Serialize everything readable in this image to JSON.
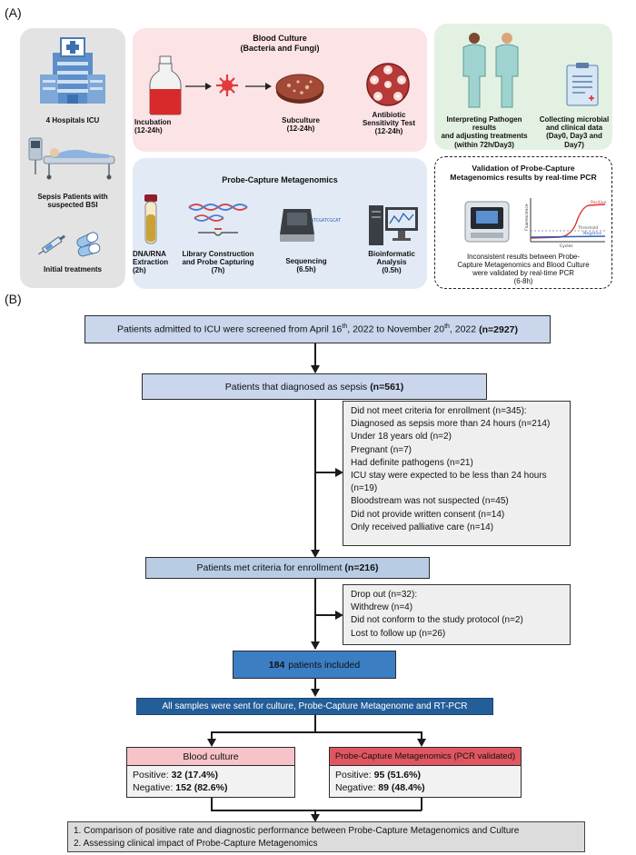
{
  "panel_a": {
    "label": "(A)",
    "left": {
      "hospital": "4 Hospitals ICU",
      "sepsis_line1": "Sepsis Patients with",
      "sepsis_line2": "suspected BSI",
      "initial": "Initial treatments"
    },
    "blood_culture": {
      "title_line1": "Blood Culture",
      "title_line2": "(Bacteria and Fungi)",
      "incubation": "Incubation",
      "incubation_time": "(12-24h)",
      "subculture": "Subculture",
      "subculture_time": "(12-24h)",
      "ast_line1": "Antibiotic",
      "ast_line2": "Sensitivity Test",
      "ast_time": "(12-24h)"
    },
    "clinical": {
      "interp_line1": "Interpreting Pathogen results",
      "interp_line2": "and adjusting treatments",
      "interp_line3": "(within 72h/Day3)",
      "collect_line1": "Collecting microbial",
      "collect_line2": "and clinical data",
      "collect_line3": "(Day0, Day3 and Day7)"
    },
    "metagenomics": {
      "title": "Probe-Capture Metagenomics",
      "step1_line1": "DNA/RNA",
      "step1_line2": "Extraction",
      "step1_time": "(2h)",
      "step2_line1": "Library Construction",
      "step2_line2": "and Probe Capturing",
      "step2_time": "(7h)",
      "step3": "Sequencing",
      "step3_time": "(6.5h)",
      "step4_line1": "Bioinformatic",
      "step4_line2": "Analysis",
      "step4_time": "(0.5h)"
    },
    "validation": {
      "title_line1": "Validation of Probe-Capture",
      "title_line2": "Metagenomics results by real-time PCR",
      "desc_line1": "Inconsistent results between Probe-",
      "desc_line2": "Capture Metagenomics and Blood Culture",
      "desc_line3": "were validated by real-time PCR",
      "desc_line4": "(6-8h)",
      "plot_positive": "Positive",
      "plot_threshold": "Threshold",
      "plot_negative": "Negative",
      "plot_xlabel": "Cycles",
      "plot_ylabel": "Fluorescence",
      "dna_text": "ATCGATCGCAT"
    }
  },
  "panel_b": {
    "label": "(B)",
    "screened_pre": "Patients admitted to ICU were screened from April 16",
    "screened_sup1": "th",
    "screened_mid": ", 2022 to November 20",
    "screened_sup2": "th",
    "screened_post": ", 2022",
    "screened_n": "(n=2927)",
    "sepsis_text": "Patients that diagnosed as sepsis",
    "sepsis_n": "(n=561)",
    "exclusion1": [
      "Did not meet criteria for enrollment (n=345):",
      "Diagnosed as sepsis more than 24 hours (n=214)",
      "Under 18 years old (n=2)",
      "Pregnant (n=7)",
      "Had definite pathogens (n=21)",
      "ICU stay were expected to be less than 24 hours",
      "(n=19)",
      "Bloodstream was not suspected (n=45)",
      "Did not provide written consent (n=14)",
      "Only received palliative care (n=14)"
    ],
    "enrolled_text": "Patients met criteria for enrollment",
    "enrolled_n": "(n=216)",
    "exclusion2": [
      "Drop out (n=32):",
      "Withdrew (n=4)",
      "Did not conform to the study protocol (n=2)",
      "Lost to follow up (n=26)"
    ],
    "included_n": "184",
    "included_text": "patients included",
    "samples_text": "All samples were sent for culture, Probe-Capture Metagenome and RT-PCR",
    "culture_title": "Blood culture",
    "culture_pos_label": "Positive:",
    "culture_pos": "32 (17.4%)",
    "culture_neg_label": "Negative:",
    "culture_neg": "152 (82.6%)",
    "meta_title": "Probe-Capture Metagenomics (PCR validated)",
    "meta_pos_label": "Positive:",
    "meta_pos": "95 (51.6%)",
    "meta_neg_label": "Negative:",
    "meta_neg": "89 (48.4%)",
    "outcome1": "1. Comparison of positive rate and diagnostic performance between Probe-Capture Metagenomics and Culture",
    "outcome2": "2. Assessing clinical impact of Probe-Capture Metagenomics"
  },
  "colors": {
    "left_panel": "#e3e3e3",
    "culture_panel": "#fbe3e6",
    "clinical_panel": "#e3f1e2",
    "meta_panel": "#e2ebf5",
    "box_light_blue": "#c9d6ec",
    "box_mid_blue": "#b8cde4",
    "box_blue": "#3b7ec4",
    "box_dark_blue": "#235e99",
    "culture_header": "#f6c3c8",
    "meta_header": "#e05660"
  }
}
